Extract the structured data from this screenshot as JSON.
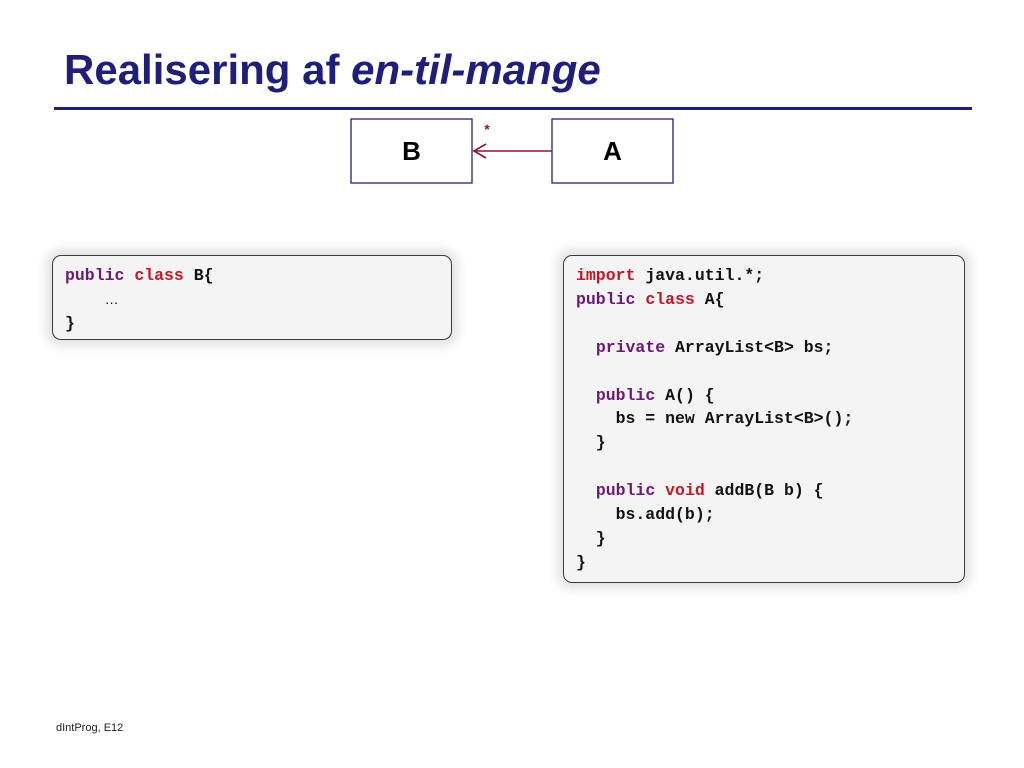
{
  "slide": {
    "title_plain": "Realisering af ",
    "title_italic": "en-til-mange",
    "footer": "dIntProg, E12"
  },
  "diagram": {
    "class_b": "B",
    "class_a": "A",
    "multiplicity": "*",
    "line_color": "#8a1530",
    "title_color": "#1f1f7a"
  },
  "code_b": {
    "lines": [
      [
        "public",
        " ",
        "class",
        " B{"
      ],
      [
        "    ",
        "…"
      ],
      [
        "}"
      ]
    ],
    "kw_public": "public",
    "kw_class": "class",
    "l1_rest": " B{",
    "l2_ellipsis": "…",
    "l3": "}"
  },
  "code_a": {
    "kw_import": "import",
    "l1_rest": " java.util.*;",
    "kw_public": "public",
    "kw_class": "class",
    "l2_rest": " A{",
    "kw_private": "private",
    "l4_rest": " ArrayList<B> bs;",
    "l6_rest": " A() {",
    "l7": "    bs = new ArrayList<B>();",
    "l8": "  }",
    "kw_void": "void",
    "l10_rest": " addB(B b) {",
    "l11": "    bs.add(b);",
    "l12": "  }",
    "l13": "}"
  }
}
